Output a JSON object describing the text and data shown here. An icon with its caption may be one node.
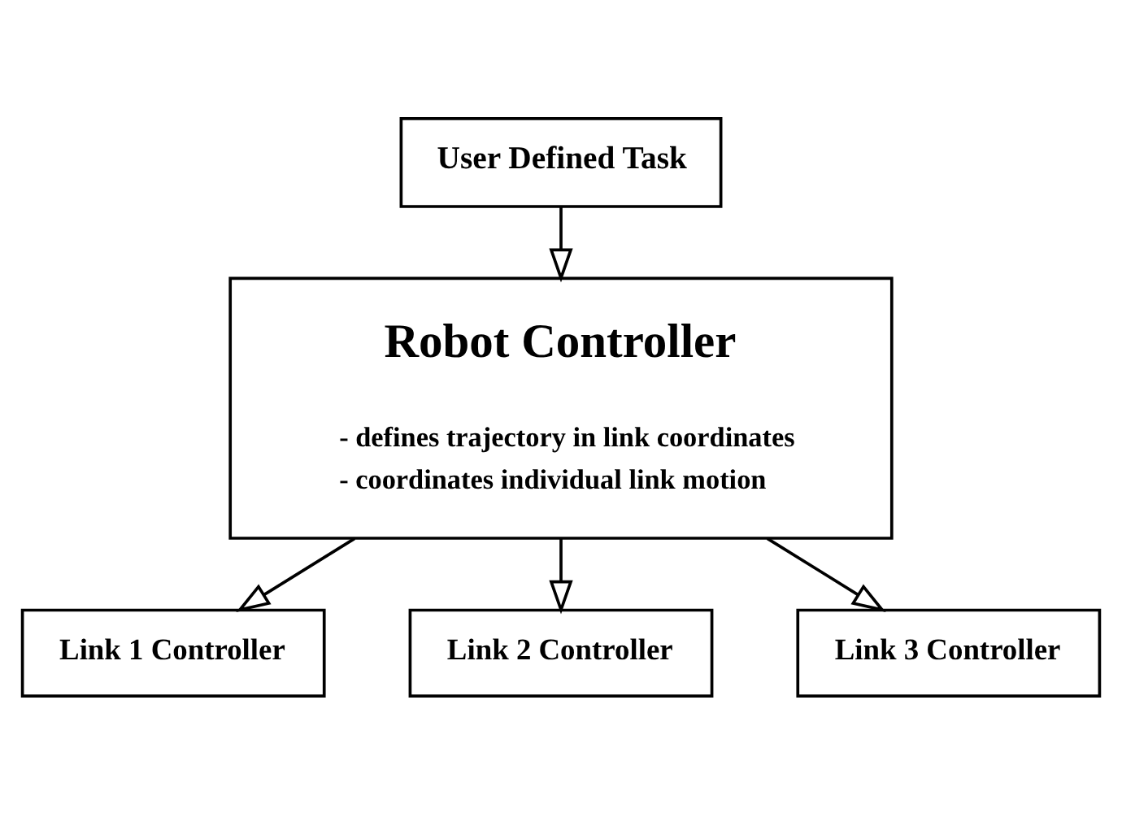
{
  "diagram": {
    "nodes": [
      {
        "text": [
          "User Defined Task"
        ]
      },
      {
        "text": [
          "Robot Controller",
          "- defines trajectory in link coordinates",
          "- coordinates individual link motion"
        ]
      },
      {
        "text": [
          "Link 1 Controller"
        ]
      },
      {
        "text": [
          "Link 2 Controller"
        ]
      },
      {
        "text": [
          "Link 3 Controller"
        ]
      }
    ],
    "edges": [
      {
        "from": 0,
        "to": 1,
        "arrow": "to"
      },
      {
        "from": 1,
        "to": 2,
        "arrow": "to"
      },
      {
        "from": 1,
        "to": 3,
        "arrow": "to"
      },
      {
        "from": 1,
        "to": 4,
        "arrow": "to"
      }
    ]
  }
}
